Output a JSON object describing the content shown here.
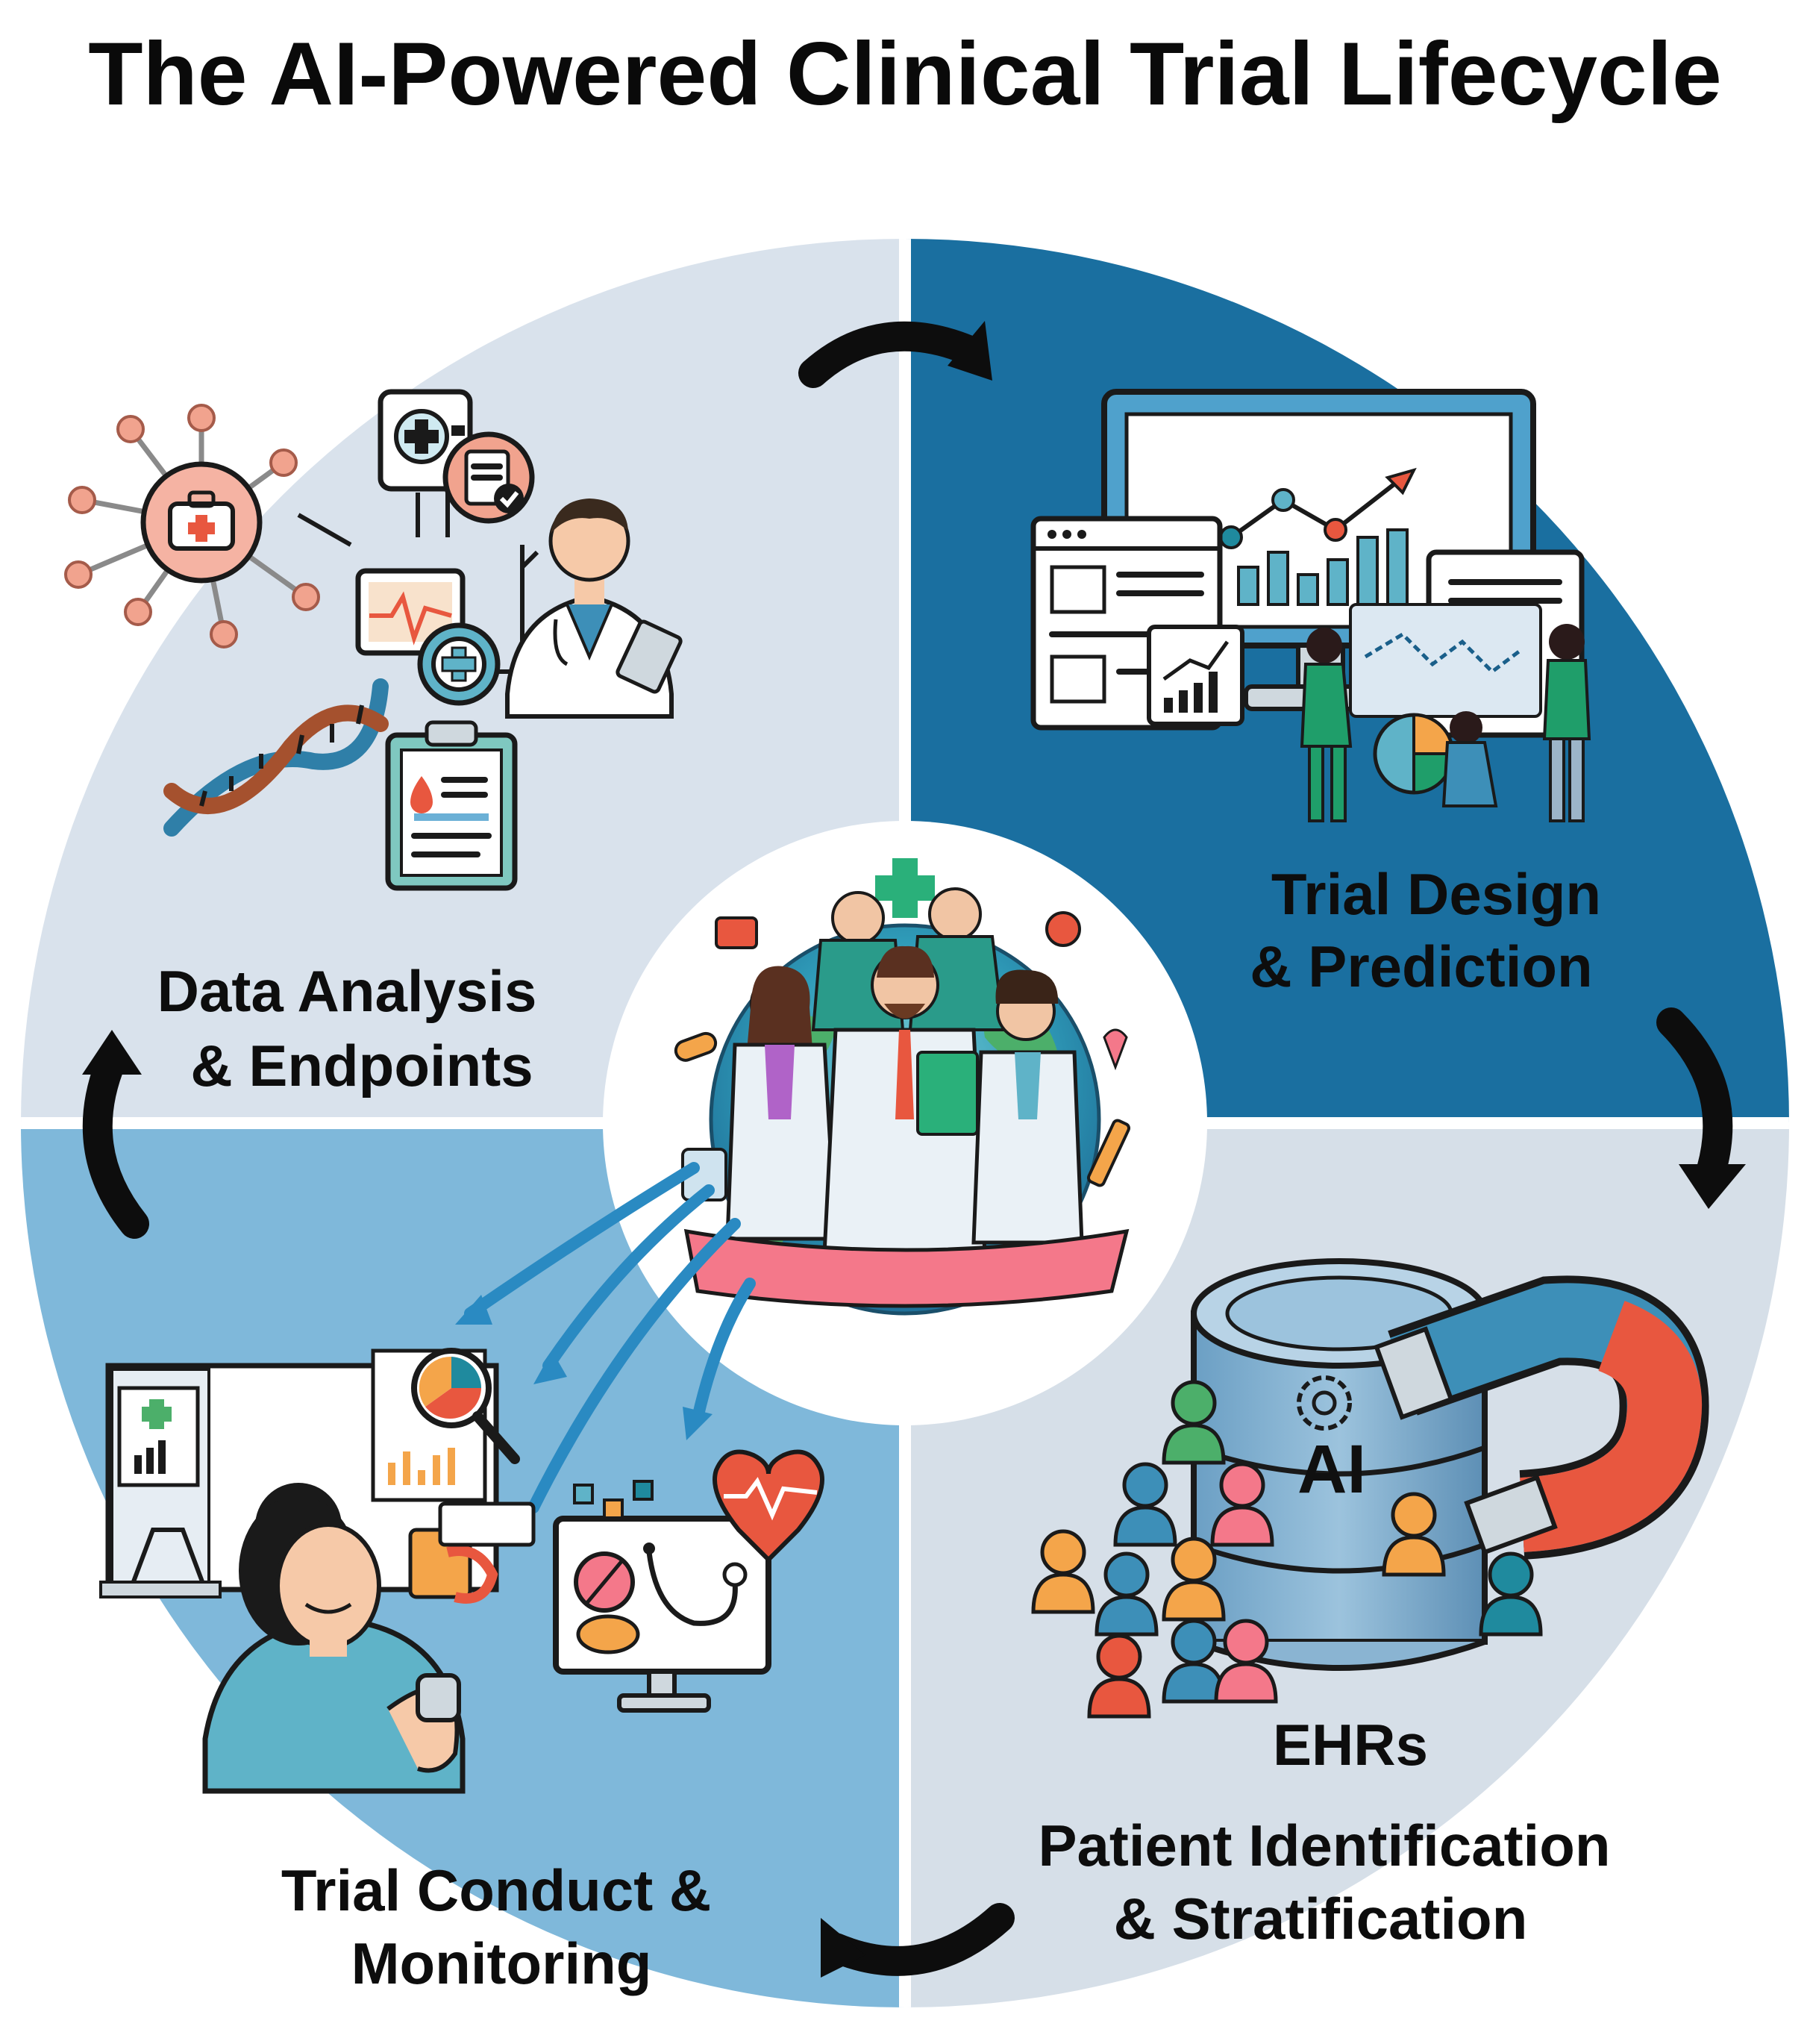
{
  "title": "The AI-Powered Clinical Trial Lifecycle",
  "stages": [
    {
      "id": "data-analysis",
      "line1": "Data Analysis",
      "line2": "& Endpoints"
    },
    {
      "id": "trial-design",
      "line1": "Trial Design",
      "line2": "& Prediction"
    },
    {
      "id": "patient-identification",
      "line1": "Patient Identification",
      "line2": "& Stratification"
    },
    {
      "id": "trial-conduct",
      "line1": "Trial Conduct &",
      "line2": "Monitoring"
    }
  ],
  "database": {
    "badge": "AI",
    "source_label": "EHRs"
  },
  "colors": {
    "quadrant_top_left": "#d9e2ec",
    "quadrant_top_right": "#1a6fa0",
    "quadrant_bottom_right": "#d6dfe8",
    "quadrant_bottom_left": "#7fb8da",
    "cycle_arrow": "#0d0d0d",
    "flow_arrow": "#2a8ac2",
    "accent_orange": "#f4a54a",
    "accent_red": "#e8573f",
    "accent_teal": "#1f8a9e"
  },
  "icons": [
    "network-medical-icon",
    "tablet-medical-icon",
    "clipboard-check-icon",
    "ecg-monitor-icon",
    "plus-circle-icon",
    "doctor-with-tablet-icon",
    "dna-helix-icon",
    "blood-test-clipboard-icon",
    "desktop-analytics-icon",
    "growth-chart-icon",
    "team-collaboration-icon",
    "medical-team-globe-icon",
    "ai-database-icon",
    "magnet-icon",
    "patient-group-icon",
    "lab-monitor-icon",
    "magnifier-pie-chart-icon",
    "smartwatch-patient-icon",
    "telehealth-monitor-icon",
    "heart-rate-icon",
    "cycle-arrow-icon"
  ]
}
